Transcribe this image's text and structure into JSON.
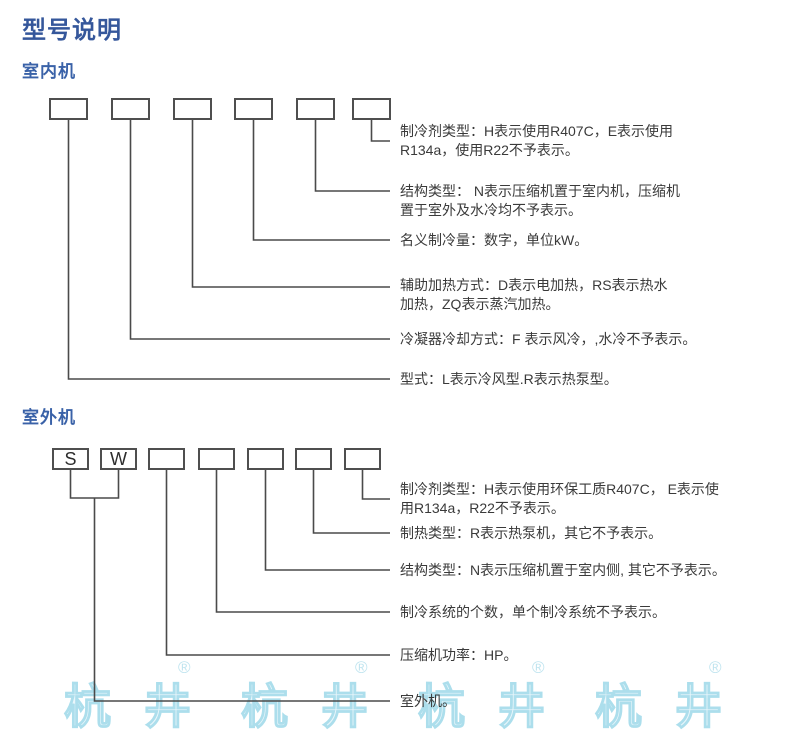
{
  "title": "型号说明",
  "indoor": {
    "heading": "室内机",
    "boxes": [
      "",
      "",
      "",
      "",
      "",
      ""
    ],
    "labels": [
      "制冷剂类型：H表示使用R407C，E表示使用\nR134a，使用R22不予表示。",
      "结构类型： N表示压缩机置于室内机，压缩机\n置于室外及水冷均不予表示。",
      "名义制冷量：数字，单位kW。",
      "辅助加热方式：D表示电加热，RS表示热水\n加热，ZQ表示蒸汽加热。",
      "冷凝器冷却方式：F 表示风冷，,水冷不予表示。",
      "型式：L表示冷风型.R表示热泵型。"
    ]
  },
  "outdoor": {
    "heading": "室外机",
    "boxes": [
      "S",
      "W",
      "",
      "",
      "",
      "",
      ""
    ],
    "labels": [
      "制冷剂类型：H表示使用环保工质R407C， E表示使\n用R134a，R22不予表示。",
      "制热类型：R表示热泵机，其它不予表示。",
      "结构类型：N表示压缩机置于室内侧, 其它不予表示。",
      "制冷系统的个数，单个制冷系统不予表示。",
      "压缩机功率：HP。",
      "室外机。"
    ]
  },
  "watermark": {
    "text": "杭井",
    "reg": "®"
  },
  "colors": {
    "heading_blue": "#35579B",
    "body_text": "#3A3A3A",
    "line_gray": "#4A4A4A",
    "watermark_blue": "#ACDEEC"
  }
}
